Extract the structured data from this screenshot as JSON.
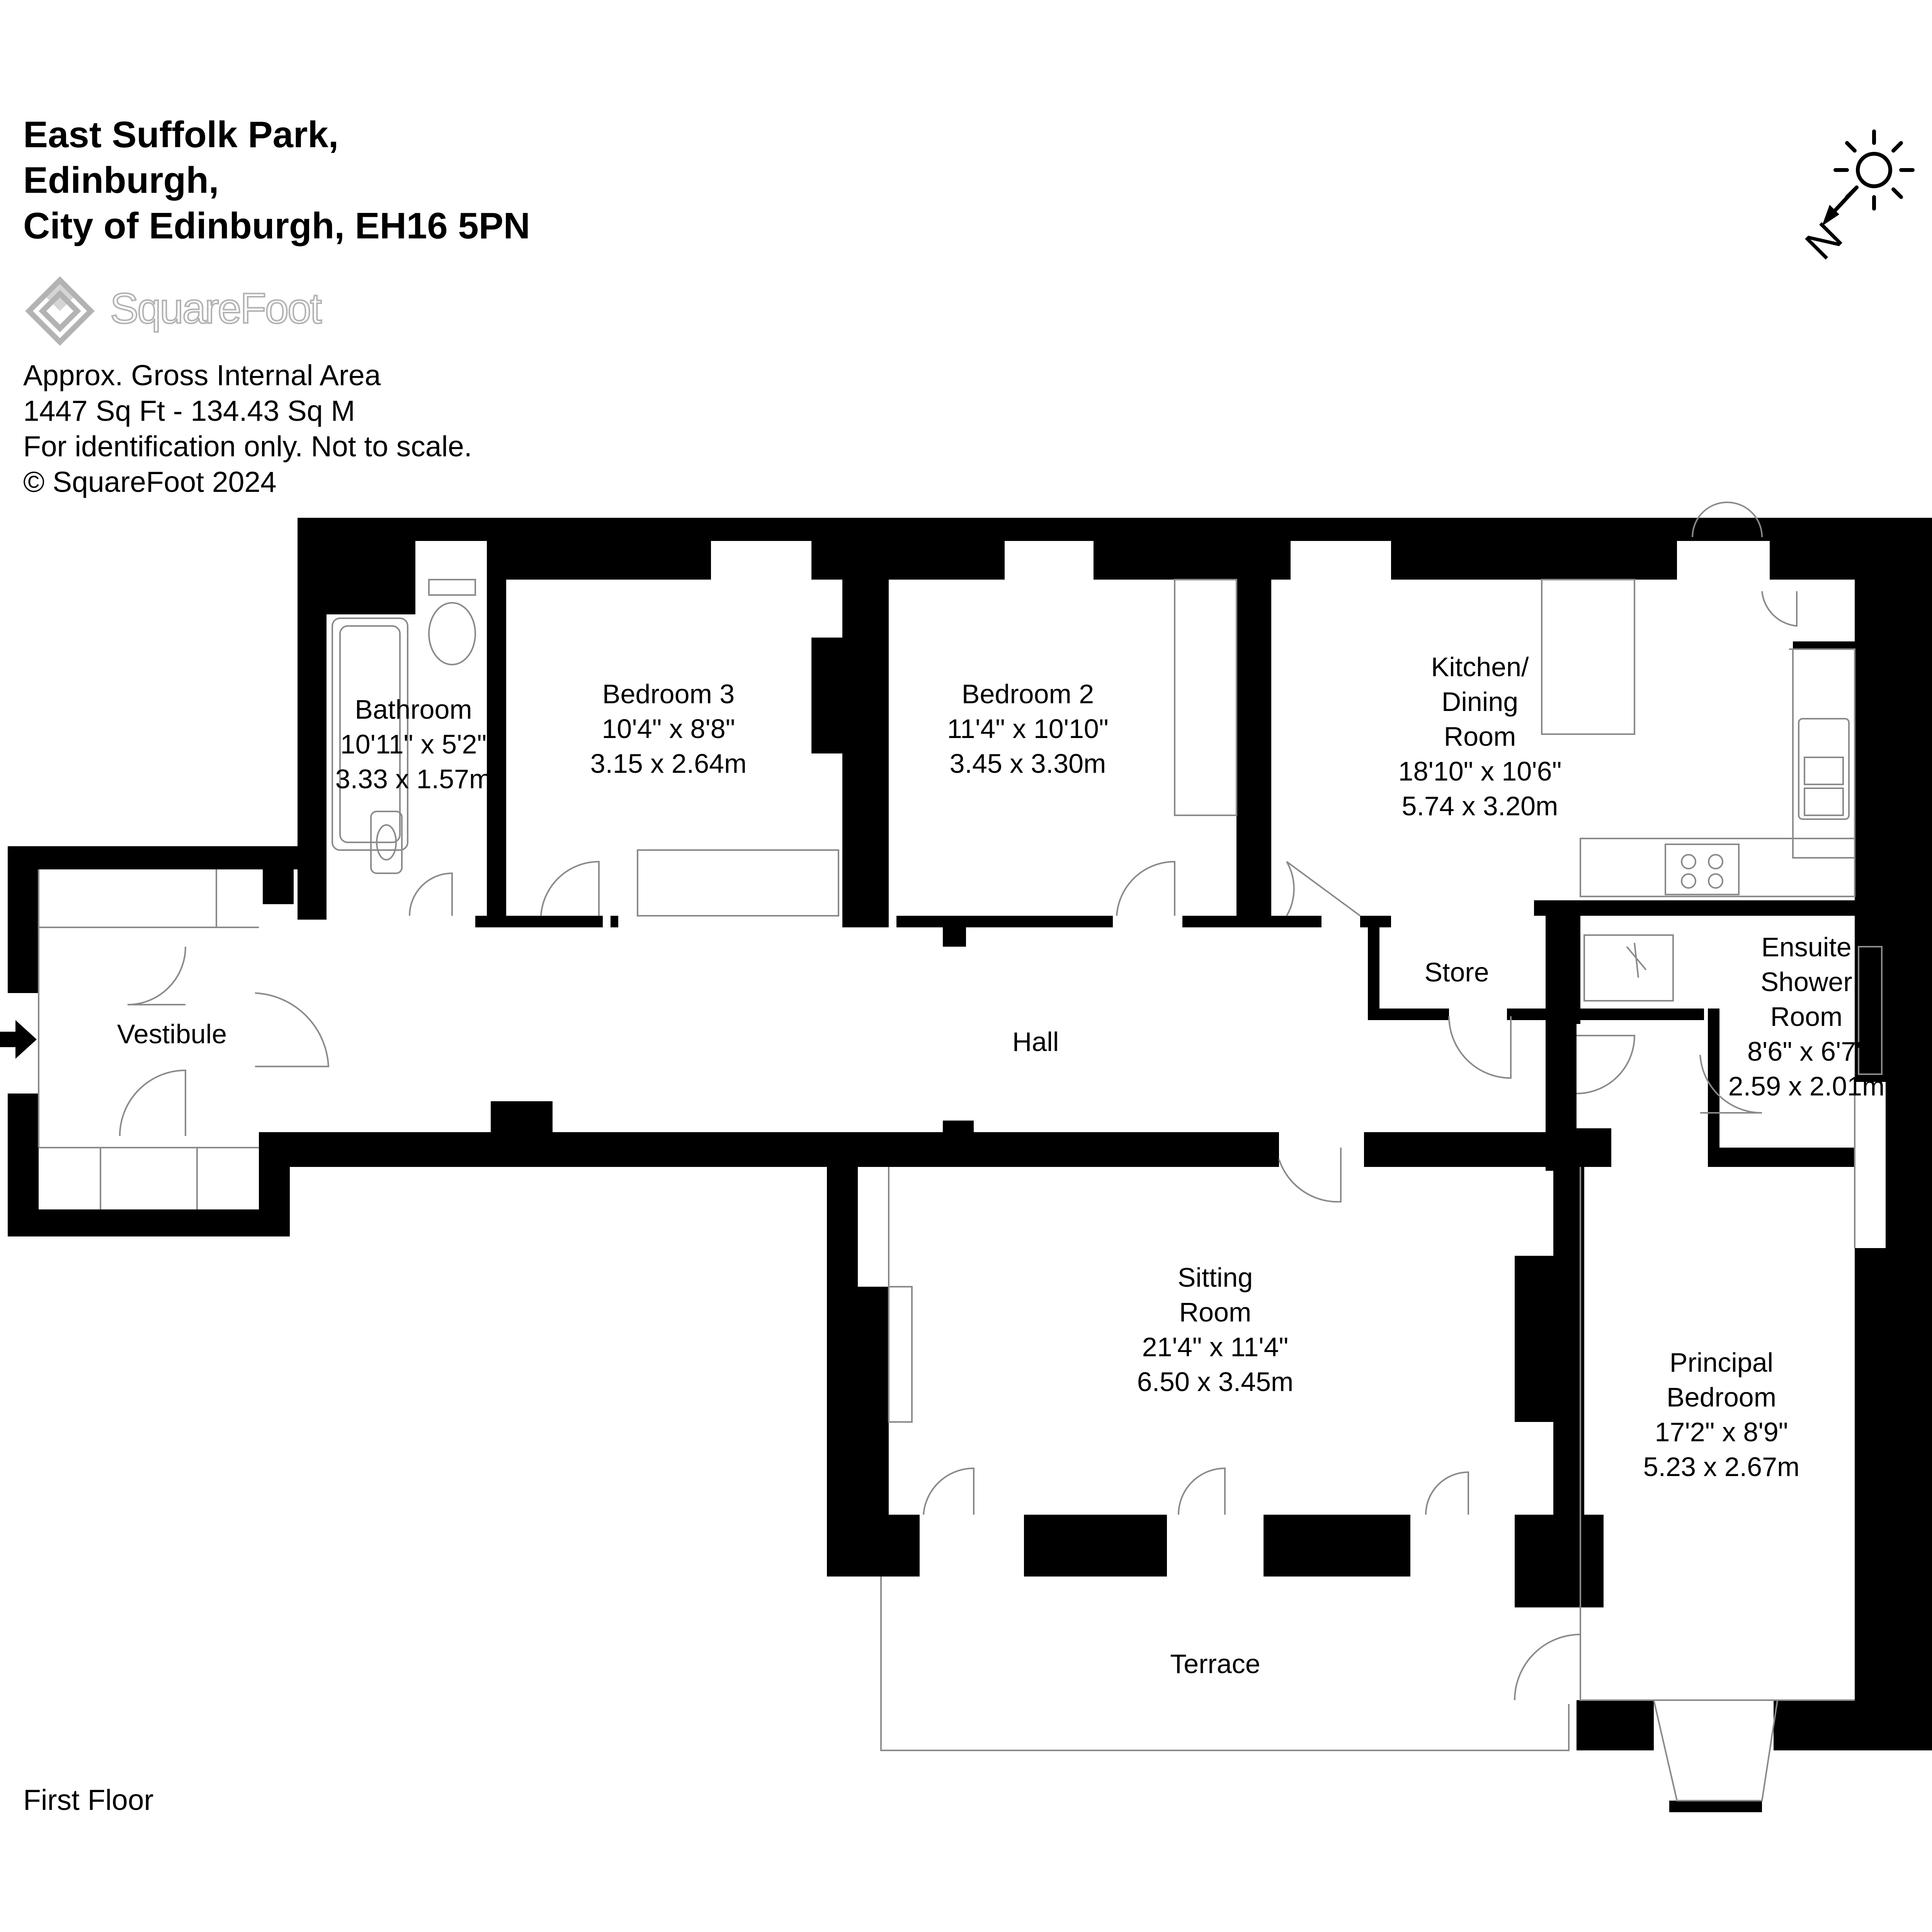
{
  "header": {
    "address_line1": "East Suffolk Park,",
    "address_line2": "Edinburgh,",
    "address_line3": "City of Edinburgh, EH16 5PN"
  },
  "brand": {
    "logo_text": "SquareFoot",
    "logo_color": "#b3b3b3"
  },
  "info": {
    "area_label": "Approx. Gross Internal Area",
    "area_value": "1447 Sq Ft  -  134.43 Sq M",
    "disclaimer": "For identification only. Not to scale.",
    "copyright": "© SquareFoot 2024"
  },
  "compass": {
    "north_letter": "N",
    "icon": "sun-compass-icon"
  },
  "floor": {
    "name": "First Floor"
  },
  "rooms": {
    "bathroom": {
      "name": "Bathroom",
      "imperial": "10'11\" x 5'2\"",
      "metric": "3.33 x 1.57m"
    },
    "bedroom3": {
      "name": "Bedroom 3",
      "imperial": "10'4\" x 8'8\"",
      "metric": "3.15 x 2.64m"
    },
    "bedroom2": {
      "name": "Bedroom 2",
      "imperial": "11'4\" x 10'10\"",
      "metric": "3.45 x 3.30m"
    },
    "kitchen": {
      "name_line1": "Kitchen/",
      "name_line2": "Dining",
      "name_line3": "Room",
      "imperial": "18'10\" x 10'6\"",
      "metric": "5.74 x 3.20m"
    },
    "vestibule": {
      "name": "Vestibule"
    },
    "hall": {
      "name": "Hall"
    },
    "store": {
      "name": "Store"
    },
    "ensuite": {
      "name_line1": "Ensuite",
      "name_line2": "Shower",
      "name_line3": "Room",
      "imperial": "8'6\" x 6'7\"",
      "metric": "2.59 x 2.01m"
    },
    "sitting": {
      "name_line1": "Sitting",
      "name_line2": "Room",
      "imperial": "21'4\" x 11'4\"",
      "metric": "6.50 x 3.45m"
    },
    "principal": {
      "name_line1": "Principal",
      "name_line2": "Bedroom",
      "imperial": "17'2\" x 8'9\"",
      "metric": "5.23 x 2.67m"
    },
    "terrace": {
      "name": "Terrace"
    }
  },
  "colors": {
    "wall": "#000000",
    "fixture": "#8a8a8a",
    "background": "#ffffff"
  }
}
